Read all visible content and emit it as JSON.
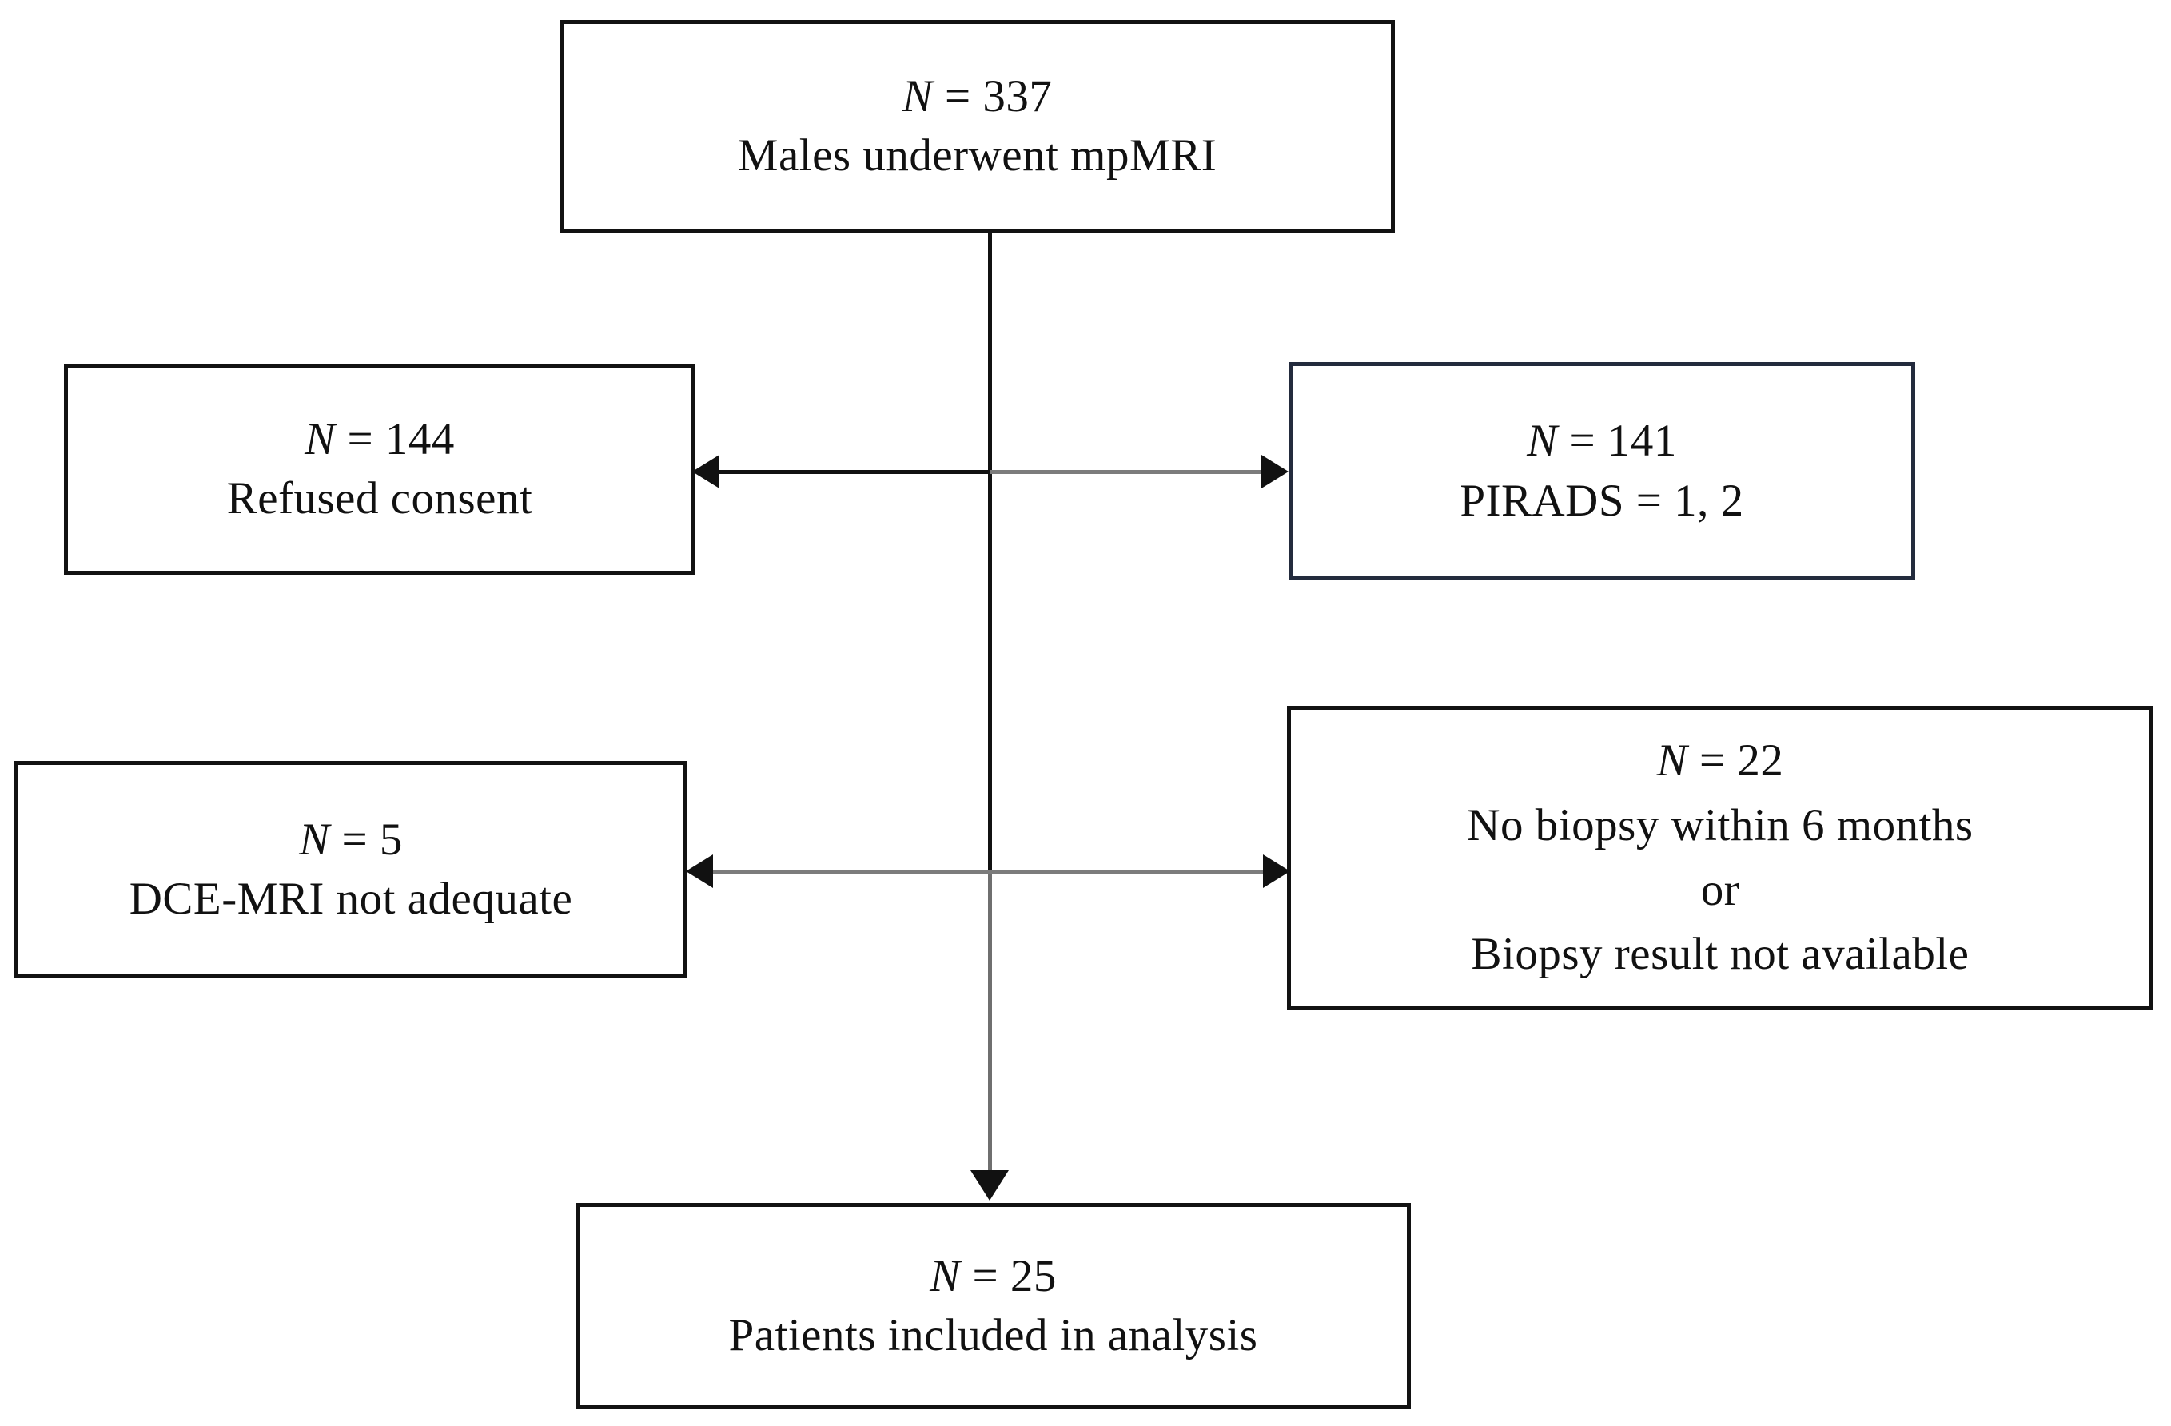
{
  "figure": {
    "type": "flowchart",
    "orientation": "top-to-bottom",
    "description": "Patient selection flow diagram for mpMRI prostate study"
  },
  "colors": {
    "box_border_black": "#121212",
    "box_border_navy": "#232b3d",
    "connector_black": "#111111",
    "connector_gray": "#7c7c7c",
    "background": "#ffffff",
    "text": "#111111"
  },
  "nodes": {
    "enrolled": {
      "id": "enrolled",
      "count_label": "N = 337",
      "n_symbol": "N",
      "n_value": "337",
      "lines": [
        "N = 337",
        "Males underwent  mpMRI"
      ],
      "description": "Males underwent  mpMRI",
      "border_color": "#121212"
    },
    "refused": {
      "id": "refused",
      "count_label": "N = 144",
      "n_symbol": "N",
      "n_value": "144",
      "lines": [
        "N = 144",
        "Refused  consent"
      ],
      "description": "Refused  consent",
      "border_color": "#121212"
    },
    "pirads": {
      "id": "pirads",
      "count_label": "N = 141",
      "n_symbol": "N",
      "n_value": "141",
      "lines": [
        "N = 141",
        "PIRADS = 1, 2"
      ],
      "description": "PIRADS = 1, 2",
      "border_color": "#232b3d"
    },
    "dce": {
      "id": "dce",
      "count_label": "N = 5",
      "n_symbol": "N",
      "n_value": "5",
      "lines": [
        "N = 5",
        "DCE-MRI not adequate"
      ],
      "description": "DCE-MRI not adequate",
      "border_color": "#121212"
    },
    "nobiopsy": {
      "id": "nobiopsy",
      "count_label": "N = 22",
      "n_symbol": "N",
      "n_value": "22",
      "lines": [
        "N = 22",
        "No biopsy  within  6 months",
        "or",
        "Biopsy  result  not available"
      ],
      "line1": "No biopsy  within  6 months",
      "line2": "or",
      "line3": "Biopsy  result  not available",
      "border_color": "#121212"
    },
    "included": {
      "id": "included",
      "count_label": "N = 25",
      "n_symbol": "N",
      "n_value": "25",
      "lines": [
        "N = 25",
        "Patients  included  in analysis"
      ],
      "description": "Patients  included  in analysis",
      "border_color": "#121212"
    }
  },
  "edges": [
    {
      "from": "enrolled",
      "to": "refused",
      "direction": "left",
      "style": "solid-black"
    },
    {
      "from": "enrolled",
      "to": "pirads",
      "direction": "right",
      "style": "solid-gray"
    },
    {
      "from": "enrolled",
      "to": "dce",
      "direction": "left",
      "style": "solid-gray"
    },
    {
      "from": "enrolled",
      "to": "nobiopsy",
      "direction": "right",
      "style": "solid-gray"
    },
    {
      "from": "enrolled",
      "to": "included",
      "direction": "down",
      "style": "solid-gray"
    }
  ],
  "symbols": {
    "equals": "=",
    "arrow_left": "arrow-left-icon",
    "arrow_right": "arrow-right-icon",
    "arrow_down": "arrow-down-icon"
  }
}
